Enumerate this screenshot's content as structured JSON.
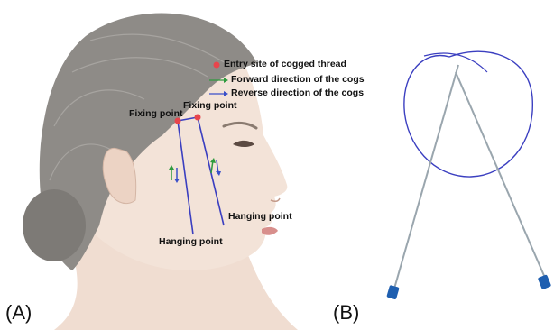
{
  "panels": {
    "a_label": "(A)",
    "b_label": "(B)"
  },
  "legend": {
    "entry_site": "Entry site of cogged thread",
    "forward": "Forward direction of the cogs",
    "reverse": "Reverse direction of the cogs"
  },
  "annotations": {
    "fixing_point_left": "Fixing point",
    "fixing_point_right": "Fixing point",
    "hanging_point_left": "Hanging point",
    "hanging_point_right": "Hanging point"
  },
  "colors": {
    "entry_dot": "#e8454c",
    "forward_arrow": "#2e9a3e",
    "reverse_arrow": "#3a4fc9",
    "thread": "#3b3fc0",
    "skin": "#f2e1d6",
    "hair": "#8d8a86",
    "needle_cap": "#1f5fb0"
  }
}
